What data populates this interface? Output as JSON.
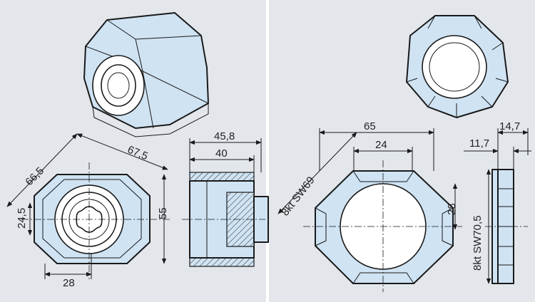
{
  "colors": {
    "background": "#e3e7ec",
    "part": "#cfe3f3",
    "divider": "#ffffff",
    "ink": "#1a1a1a"
  },
  "left_panel": {
    "front_view": {
      "dims": {
        "diagonal_left": "66,5",
        "diagonal_right": "67,5",
        "width": "55",
        "height": "24,5",
        "bottom": "28"
      }
    },
    "side_view": {
      "dims": {
        "overall": "45,8",
        "inner": "40"
      }
    }
  },
  "right_panel": {
    "front_view": {
      "dims": {
        "outer": "65",
        "inner": "24",
        "height": "28",
        "sw_label": "8kt SW69"
      }
    },
    "side_view": {
      "dims": {
        "top": "14,7",
        "mid": "11,7",
        "sw_label": "8kt SW70,5"
      }
    }
  }
}
